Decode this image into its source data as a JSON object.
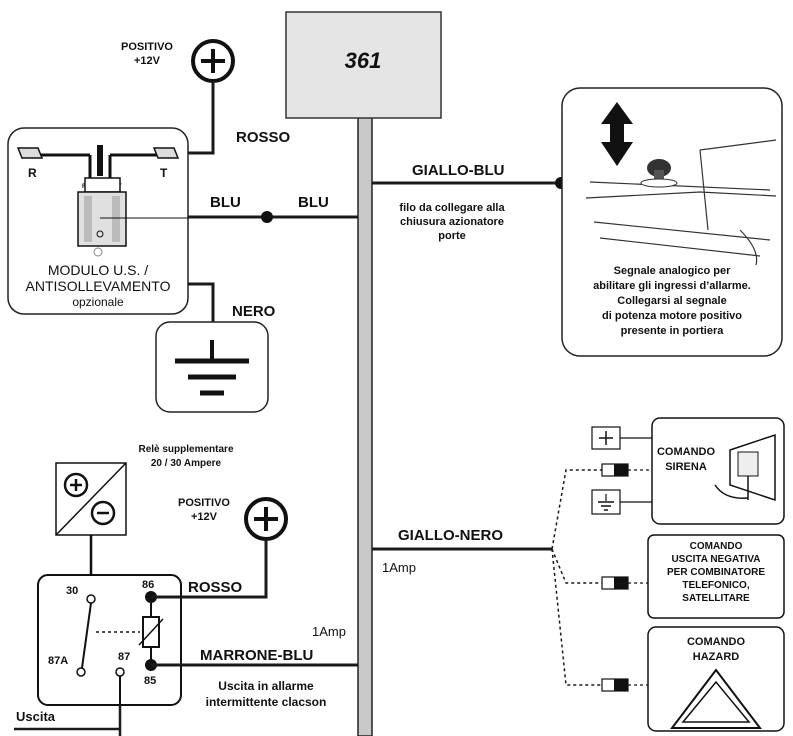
{
  "unit": {
    "label": "361"
  },
  "positivo_top": {
    "line1": "POSITIVO",
    "line2": "+12V"
  },
  "module": {
    "line1": "MODULO U.S. /",
    "line2": "ANTISOLLEVAMENTO",
    "line3": "opzionale",
    "r": "R",
    "t": "T",
    "r_small": "R",
    "t_small": "T"
  },
  "wires": {
    "rosso_top": "ROSSO",
    "blu_left": "BLU",
    "blu_right": "BLU",
    "nero": "NERO",
    "giallo_blu": "GIALLO-BLU",
    "giallo_nero": "GIALLO-NERO",
    "marrone_blu": "MARRONE-BLU",
    "rosso_relay": "ROSSO"
  },
  "door": {
    "note": [
      "filo da collegare alla",
      "chiusura azionatore",
      "porte"
    ],
    "caption": [
      "Segnale analogico per",
      "abilitare gli ingressi d’allarme.",
      "Collegarsi al segnale",
      "di potenza motore positivo",
      "presente in portiera"
    ]
  },
  "relay": {
    "title": [
      "Relè supplementare",
      "20 / 30 Ampere"
    ],
    "pin30": "30",
    "pin86": "86",
    "pin87a": "87A",
    "pin87": "87",
    "pin85": "85",
    "output": "Uscita"
  },
  "positivo_relay": {
    "line1": "POSITIVO",
    "line2": "+12V"
  },
  "fuses": {
    "a1": "1Amp",
    "a2": "1Amp"
  },
  "clacson": {
    "line1": "Uscita in allarme",
    "line2": "intermittente clacson"
  },
  "outputs": {
    "sirena": [
      "COMANDO",
      "SIRENA"
    ],
    "combinatore": [
      "COMANDO",
      "USCITA NEGATIVA",
      "PER COMBINATORE",
      "TELEFONICO,",
      "SATELLITARE"
    ],
    "hazard": [
      "COMANDO",
      "HAZARD"
    ]
  }
}
